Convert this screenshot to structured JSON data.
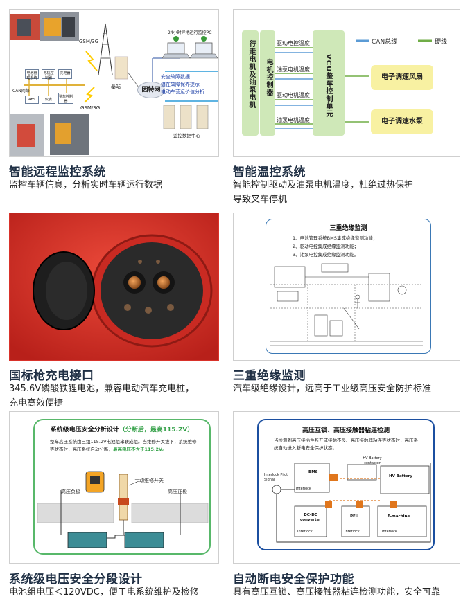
{
  "features": [
    {
      "title": "智能远程监控系统",
      "desc_lines": [
        "监控车辆信息，分析实时车辆运行数据"
      ],
      "figure": {
        "gsm_top": "GSM/3G",
        "gsm_bottom": "GSM/3G",
        "base_station": "基站",
        "internet": "因特网",
        "remote_pc": "24小时异地运行监控PC",
        "can_network": "CAN网络",
        "can_nodes": [
          "电池管理系统",
          "电机控制器",
          "充电器",
          "ABS",
          "仪表",
          "整车控制器"
        ],
        "services": [
          "安全故障数据",
          "潜在故障保养提示",
          "电动车营运价值分析"
        ],
        "data_center": "监控数据中心"
      }
    },
    {
      "title": "智能温控系统",
      "desc_lines": [
        "智能控制驱动及油泵电机温度，杜绝过热保护",
        "导致叉车停机"
      ],
      "figure": {
        "left_box": "行走电机及油泵电机",
        "controller": "电机控制器",
        "vcu_box": "VCU整车控制单元",
        "signals": [
          "驱动电控温度",
          "油泵电机温度",
          "驱动电机温度",
          "油泵电机温度"
        ],
        "outputs": [
          "电子调速风扇",
          "电子调速水泵"
        ],
        "legend": [
          {
            "label": "CAN总线",
            "color": "#5b9bd5"
          },
          {
            "label": "硬线",
            "color": "#70ad47"
          }
        ]
      }
    },
    {
      "title": "国标枪充电接口",
      "desc_lines": [
        "345.6V磷酸铁锂电池，兼容电动汽车充电桩，",
        "充电高效便捷"
      ]
    },
    {
      "title": "三重绝缘监测",
      "desc_lines": [
        "汽车级绝缘设计，远高于工业级高压安全防护标准"
      ],
      "figure": {
        "heading": "三重绝缘监测",
        "items": [
          "1、电池管理系统BMS集成绝缘监测功能；",
          "2、驱动电控集成绝缘监测功能；",
          "3、油泵电控集成绝缘监测功能。"
        ]
      }
    },
    {
      "title": "系统级电压安全分段设计",
      "desc_lines": [
        "电池组电压＜120VDC，便于电系统维护及检修"
      ],
      "figure": {
        "heading": "系统级电压安全分析设计",
        "heading_note": "（分断后，最高115.2V）",
        "para": "整车高压系统由三组115.2V电池组串联成组。当维修开关拔下，系统维修等状态时，高压系统自动分断，",
        "para_highlight": "最高电压不大于115.2V。",
        "switch_label": "手动维修开关",
        "neg_label": "高压负极",
        "pos_label": "高压正极"
      }
    },
    {
      "title": "自动断电安全保护功能",
      "desc_lines": [
        "具有高压互锁、高压接触器粘连检测功能，安全可靠"
      ],
      "figure": {
        "heading": "高压互锁、高压接触器粘连检测",
        "para": "当检测到高压接插件断开或接触不良、高压接触器粘连等状态时，高压系统自动进入断电安全保护状态。",
        "pilot": "Interlock Pilot Signal",
        "bms": "BMS",
        "contactor": "HV Battery contactor",
        "battery": "HV Battery",
        "dcdc": "DC-DC converter",
        "peu": "PEU",
        "emachine": "E-machine",
        "interlock": "Interlock"
      }
    }
  ]
}
